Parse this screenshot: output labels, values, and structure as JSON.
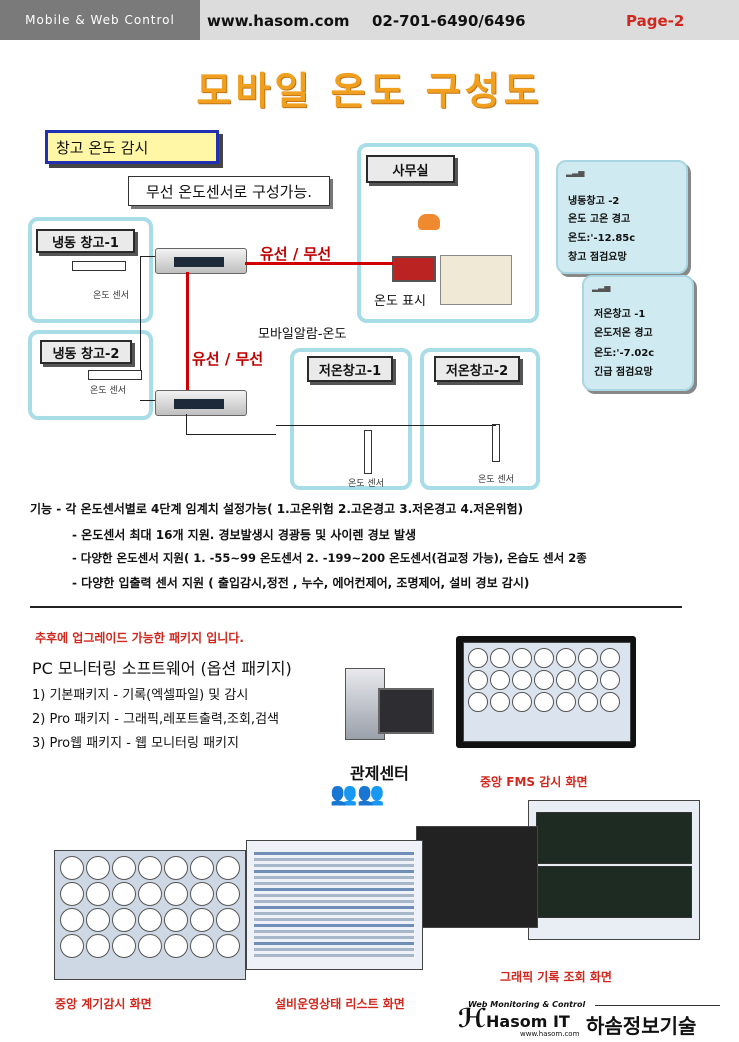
{
  "header": {
    "left": "Mobile & Web Control",
    "site": "www.hasom.com",
    "phone": "02-701-6490/6496",
    "page": "Page-2"
  },
  "title": "모바일 온도 구성도",
  "diagram": {
    "section_label": "창고 온도 감시",
    "wireless_note": "무선 온도센서로 구성가능.",
    "office_label": "사무실",
    "temp_display_label": "온도 표시",
    "wired_wireless_1": "유선 / 무선",
    "wired_wireless_2": "유선 / 무선",
    "mobile_alarm": "모바일알람-온도",
    "zones": [
      {
        "label": "냉동 창고-1",
        "sensor": "온도 센서"
      },
      {
        "label": "냉동 창고-2",
        "sensor": "온도 센서"
      },
      {
        "label": "저온창고-1",
        "sensor": "온도 센서"
      },
      {
        "label": "저온창고-2",
        "sensor": "온도 센서"
      }
    ],
    "phones": [
      {
        "lines": [
          "냉동창고 -2",
          "온도 고온 경고",
          "온도:'-12.85c",
          "창고 점검요망"
        ]
      },
      {
        "lines": [
          "저온창고 -1",
          "온도저온 경고",
          "온도:'-7.02c",
          "긴급 점검요망"
        ]
      }
    ]
  },
  "functions": [
    "기능 - 각 온도센서별로 4단계 임계치 설정가능( 1.고온위험 2.고온경고 3.저온경고 4.저온위험)",
    "- 온도센서 최대 16개 지원. 경보발생시 경광등 및 사이렌 경보 발생",
    "- 다양한 온도센서 지원( 1. -55~99 온도센서   2. -199~200 온도센서(검교정 가능), 온습도 센서 2종",
    "- 다양한 입출력 센서 지원 ( 출입감시,정전 , 누수, 에어컨제어, 조명제어, 설비 경보 감시)"
  ],
  "upgrade_note": "추후에 업그레이드 가능한 패키지 입니다.",
  "software": {
    "title": "PC 모니터링 소프트웨어 (옵션 패키지)",
    "items": [
      "1) 기본패키지    - 기록(엑셀파일) 및 감시",
      "2) Pro 패키지    - 그래픽,레포트출력,조회,검색",
      "3) Pro웹 패키지 - 웹 모니터링 패키지"
    ]
  },
  "control_center": "관제센터",
  "captions": {
    "fms": "중앙 FMS 감시 화면",
    "graph": "그래픽 기록 조회 화면",
    "gauge": "중앙 계기감시 화면",
    "list": "설비운영상태 리스트 화면"
  },
  "logo": {
    "tagline": "Web Monitoring & Control",
    "brand": "Hasom IT",
    "korean": "하솜정보기술",
    "url": "www.hasom.com"
  },
  "colors": {
    "title_orange": "#f0a01e",
    "red_text": "#d0281e",
    "zone_border": "#a8dde8",
    "header_gray": "#7a7a7a"
  }
}
